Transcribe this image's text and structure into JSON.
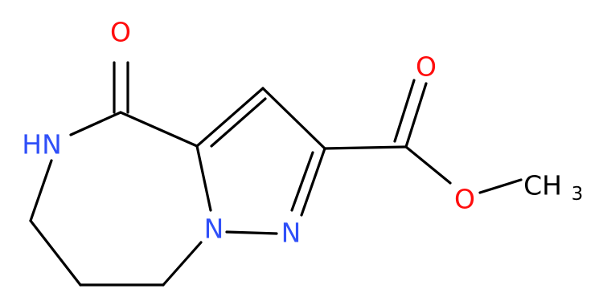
{
  "molecule": {
    "atoms": {
      "O_ketone": "O",
      "N_H": "HN",
      "N1": "N",
      "N2": "N",
      "O_carbonyl": "O",
      "O_ester": "O",
      "C_methyl": "CH",
      "C_methyl_sub": "3"
    },
    "colors": {
      "bond": "#000000",
      "oxygen": "#ff0d0d",
      "nitrogen": "#3050f8",
      "carbon": "#000000"
    }
  }
}
